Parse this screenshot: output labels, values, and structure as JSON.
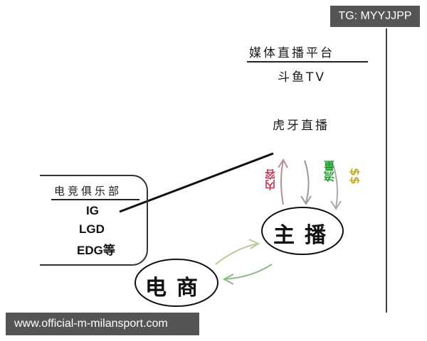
{
  "watermarks": {
    "top_right": "TG: MYYJJPP",
    "bottom_left": "www.official-m-milansport.com"
  },
  "media_platforms": {
    "heading": "媒体直播平台",
    "items": [
      "斗鱼TV",
      "虎牙直播"
    ]
  },
  "esports_clubs": {
    "heading": "电竞俱乐部",
    "items": [
      "IG",
      "LGD",
      "EDG等"
    ]
  },
  "nodes": {
    "streamer": "主播",
    "ecommerce": "电商"
  },
  "flows": {
    "content": {
      "label": "内容",
      "color": "#c0405a",
      "direction": "streamer-to-platform"
    },
    "traffic": {
      "label": "流量",
      "color": "#1e9a2a",
      "direction": "platform-to-streamer"
    },
    "money": {
      "label": "$$",
      "color": "#c8b02a",
      "direction": "platform-to-streamer"
    },
    "ecom_to_streamer": {
      "color": "#a8c890"
    },
    "streamer_to_ecom": {
      "color": "#7fb07a"
    }
  }
}
